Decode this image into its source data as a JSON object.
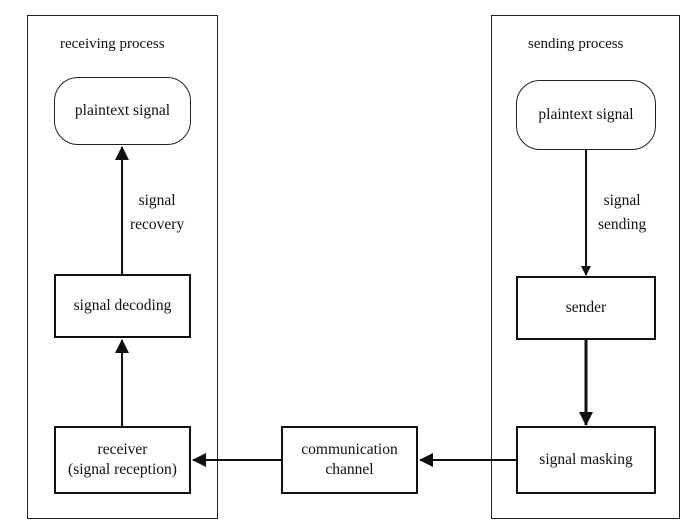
{
  "receiving": {
    "title": "receiving process",
    "plaintext": "plaintext signal",
    "recovery_label_line1": "signal",
    "recovery_label_line2": "recovery",
    "decoding": "signal decoding",
    "receiver_line1": "receiver",
    "receiver_line2": "(signal reception)"
  },
  "channel": {
    "line1": "communication",
    "line2": "channel"
  },
  "sending": {
    "title": "sending process",
    "plaintext": "plaintext signal",
    "sending_label_line1": "signal",
    "sending_label_line2": "sending",
    "sender": "sender",
    "masking": "signal masking"
  },
  "colors": {
    "stroke": "#111111",
    "background": "#ffffff"
  }
}
